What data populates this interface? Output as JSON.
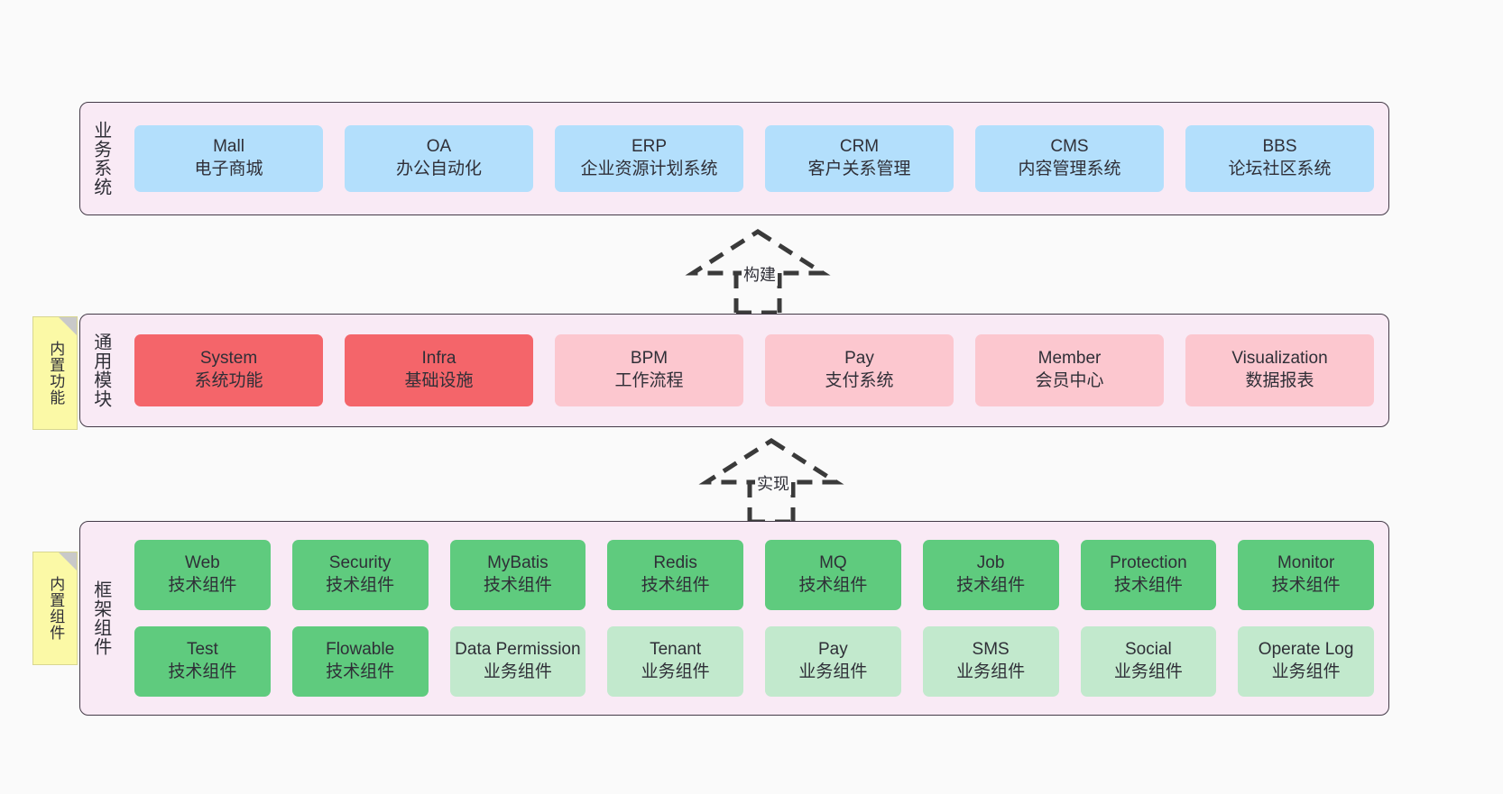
{
  "diagram": {
    "background_color": "#fafafa",
    "band_fill": "#f9eaf5",
    "band_border": "#443b48",
    "colors": {
      "business": "#b3dffc",
      "module_core": "#f4656a",
      "module_plain": "#fcc7cf",
      "component_tech": "#5fcb7e",
      "component_biz": "#c2e9cd",
      "note": "#fbf9a6"
    }
  },
  "layers": {
    "business": {
      "title": "业务系统",
      "cards": [
        {
          "en": "Mall",
          "cn": "电子商城",
          "style": "c-blue"
        },
        {
          "en": "OA",
          "cn": "办公自动化",
          "style": "c-blue"
        },
        {
          "en": "ERP",
          "cn": "企业资源计划系统",
          "style": "c-blue"
        },
        {
          "en": "CRM",
          "cn": "客户关系管理",
          "style": "c-blue"
        },
        {
          "en": "CMS",
          "cn": "内容管理系统",
          "style": "c-blue"
        },
        {
          "en": "BBS",
          "cn": "论坛社区系统",
          "style": "c-blue"
        }
      ]
    },
    "common": {
      "title": "通用模块",
      "note": "内置功能",
      "cards": [
        {
          "en": "System",
          "cn": "系统功能",
          "style": "c-red"
        },
        {
          "en": "Infra",
          "cn": "基础设施",
          "style": "c-red"
        },
        {
          "en": "BPM",
          "cn": "工作流程",
          "style": "c-pink"
        },
        {
          "en": "Pay",
          "cn": "支付系统",
          "style": "c-pink"
        },
        {
          "en": "Member",
          "cn": "会员中心",
          "style": "c-pink"
        },
        {
          "en": "Visualization",
          "cn": "数据报表",
          "style": "c-pink"
        }
      ]
    },
    "framework": {
      "title": "框架组件",
      "note": "内置组件",
      "row1": [
        {
          "en": "Web",
          "cn": "技术组件",
          "style": "c-green"
        },
        {
          "en": "Security",
          "cn": "技术组件",
          "style": "c-green"
        },
        {
          "en": "MyBatis",
          "cn": "技术组件",
          "style": "c-green"
        },
        {
          "en": "Redis",
          "cn": "技术组件",
          "style": "c-green"
        },
        {
          "en": "MQ",
          "cn": "技术组件",
          "style": "c-green"
        },
        {
          "en": "Job",
          "cn": "技术组件",
          "style": "c-green"
        },
        {
          "en": "Protection",
          "cn": "技术组件",
          "style": "c-green"
        },
        {
          "en": "Monitor",
          "cn": "技术组件",
          "style": "c-green"
        }
      ],
      "row2": [
        {
          "en": "Test",
          "cn": "技术组件",
          "style": "c-green"
        },
        {
          "en": "Flowable",
          "cn": "技术组件",
          "style": "c-green"
        },
        {
          "en": "Data Permission",
          "cn": "业务组件",
          "style": "c-greenlight"
        },
        {
          "en": "Tenant",
          "cn": "业务组件",
          "style": "c-greenlight"
        },
        {
          "en": "Pay",
          "cn": "业务组件",
          "style": "c-greenlight"
        },
        {
          "en": "SMS",
          "cn": "业务组件",
          "style": "c-greenlight"
        },
        {
          "en": "Social",
          "cn": "业务组件",
          "style": "c-greenlight"
        },
        {
          "en": "Operate Log",
          "cn": "业务组件",
          "style": "c-greenlight"
        }
      ]
    }
  },
  "arrows": [
    {
      "label": "构建",
      "from": "common",
      "to": "business"
    },
    {
      "label": "实现",
      "from": "framework",
      "to": "common"
    }
  ]
}
